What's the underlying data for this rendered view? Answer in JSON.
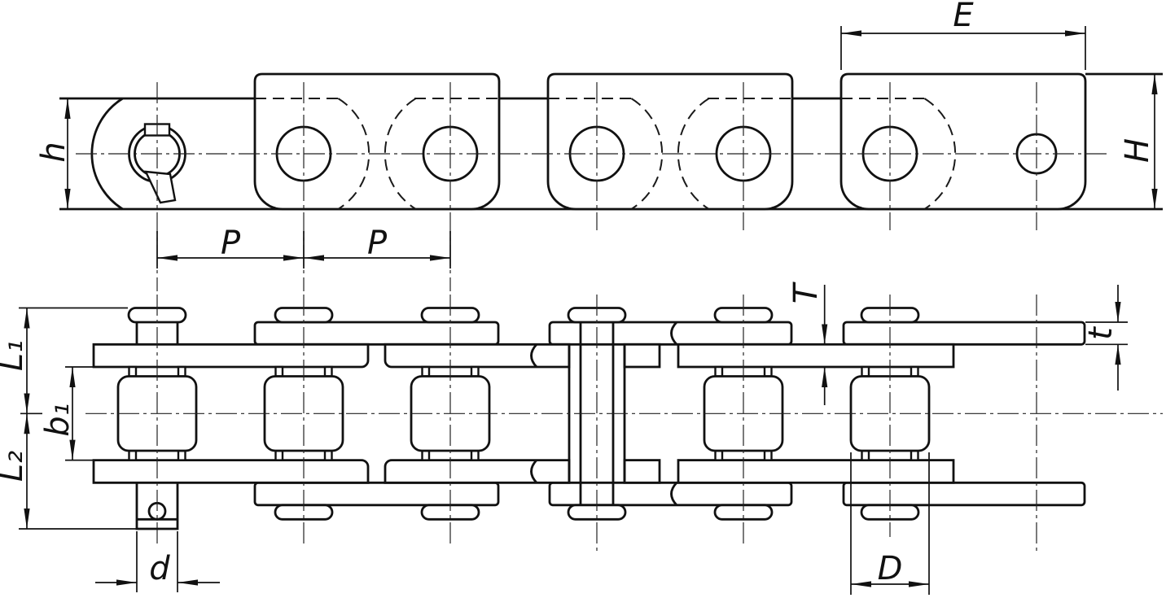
{
  "drawing": {
    "side_view": {
      "pitch_label_1": "P",
      "pitch_label_2": "P",
      "plate_length_label": "E",
      "outer_plate_height_label": "H",
      "inner_plate_height_label": "h"
    },
    "plan_view": {
      "inner_plate_thickness_label": "T",
      "outer_plate_thickness_label": "t",
      "pin_length_top_label": "L₁",
      "pin_length_bottom_label": "L₂",
      "inner_width_label": "b₁",
      "pin_diameter_label": "d",
      "roller_diameter_label": "D"
    }
  }
}
